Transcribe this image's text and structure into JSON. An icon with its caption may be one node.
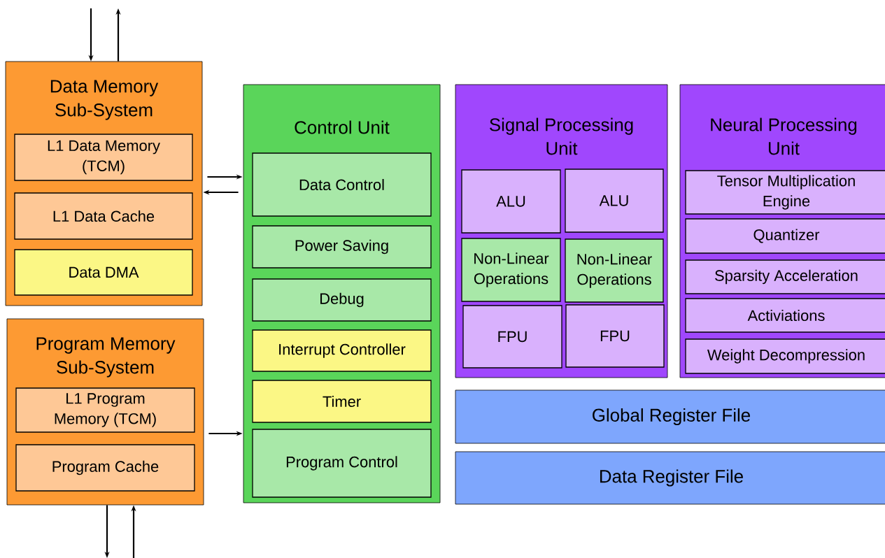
{
  "diagram": {
    "nodes": [
      {
        "text": [
          "Data Memory Sub-System"
        ]
      },
      {
        "text": [
          "L1 Data Memory (TCM)"
        ],
        "in": 0
      },
      {
        "text": [
          "L1 Data Cache"
        ],
        "in": 0
      },
      {
        "text": [
          "Data DMA"
        ],
        "in": 0
      },
      {
        "text": [
          "Program Memory Sub-System"
        ]
      },
      {
        "text": [
          "L1 Program Memory (TCM)"
        ],
        "in": 4
      },
      {
        "text": [
          "Program Cache"
        ],
        "in": 4
      },
      {
        "text": [
          "Control Unit"
        ]
      },
      {
        "text": [
          "Data Control"
        ],
        "in": 7
      },
      {
        "text": [
          "Power Saving"
        ],
        "in": 7
      },
      {
        "text": [
          "Debug"
        ],
        "in": 7
      },
      {
        "text": [
          "Interrupt Controller"
        ],
        "in": 7
      },
      {
        "text": [
          "Timer"
        ],
        "in": 7
      },
      {
        "text": [
          "Program Control"
        ],
        "in": 7
      },
      {
        "text": [
          "Signal Processing Unit"
        ]
      },
      {
        "text": [
          "ALU"
        ],
        "in": 14
      },
      {
        "text": [
          "ALU"
        ],
        "in": 14
      },
      {
        "text": [
          "Non-Linear Operations"
        ],
        "in": 14
      },
      {
        "text": [
          "Non-Linear Operations"
        ],
        "in": 14
      },
      {
        "text": [
          "FPU"
        ],
        "in": 14
      },
      {
        "text": [
          "FPU"
        ],
        "in": 14
      },
      {
        "text": [
          "Neural Processing Unit"
        ]
      },
      {
        "text": [
          "Tensor Multiplication Engine"
        ],
        "in": 21
      },
      {
        "text": [
          "Quantizer"
        ],
        "in": 21
      },
      {
        "text": [
          "Sparsity Acceleration"
        ],
        "in": 21
      },
      {
        "text": [
          "Activiations"
        ],
        "in": 21
      },
      {
        "text": [
          "Weight Decompression"
        ],
        "in": 21
      },
      {
        "text": [
          "Global Register File"
        ]
      },
      {
        "text": [
          "Data Register File"
        ]
      }
    ],
    "edges": [
      {
        "from": null,
        "to": 0,
        "arrow": "to"
      },
      {
        "from": 0,
        "to": null,
        "arrow": "to"
      },
      {
        "from": 0,
        "to": 7,
        "arrow": "to"
      },
      {
        "from": 7,
        "to": 0,
        "arrow": "to"
      },
      {
        "from": 4,
        "to": 7,
        "arrow": "to"
      },
      {
        "from": 4,
        "to": null,
        "arrow": "to"
      },
      {
        "from": null,
        "to": 4,
        "arrow": "to"
      }
    ]
  }
}
